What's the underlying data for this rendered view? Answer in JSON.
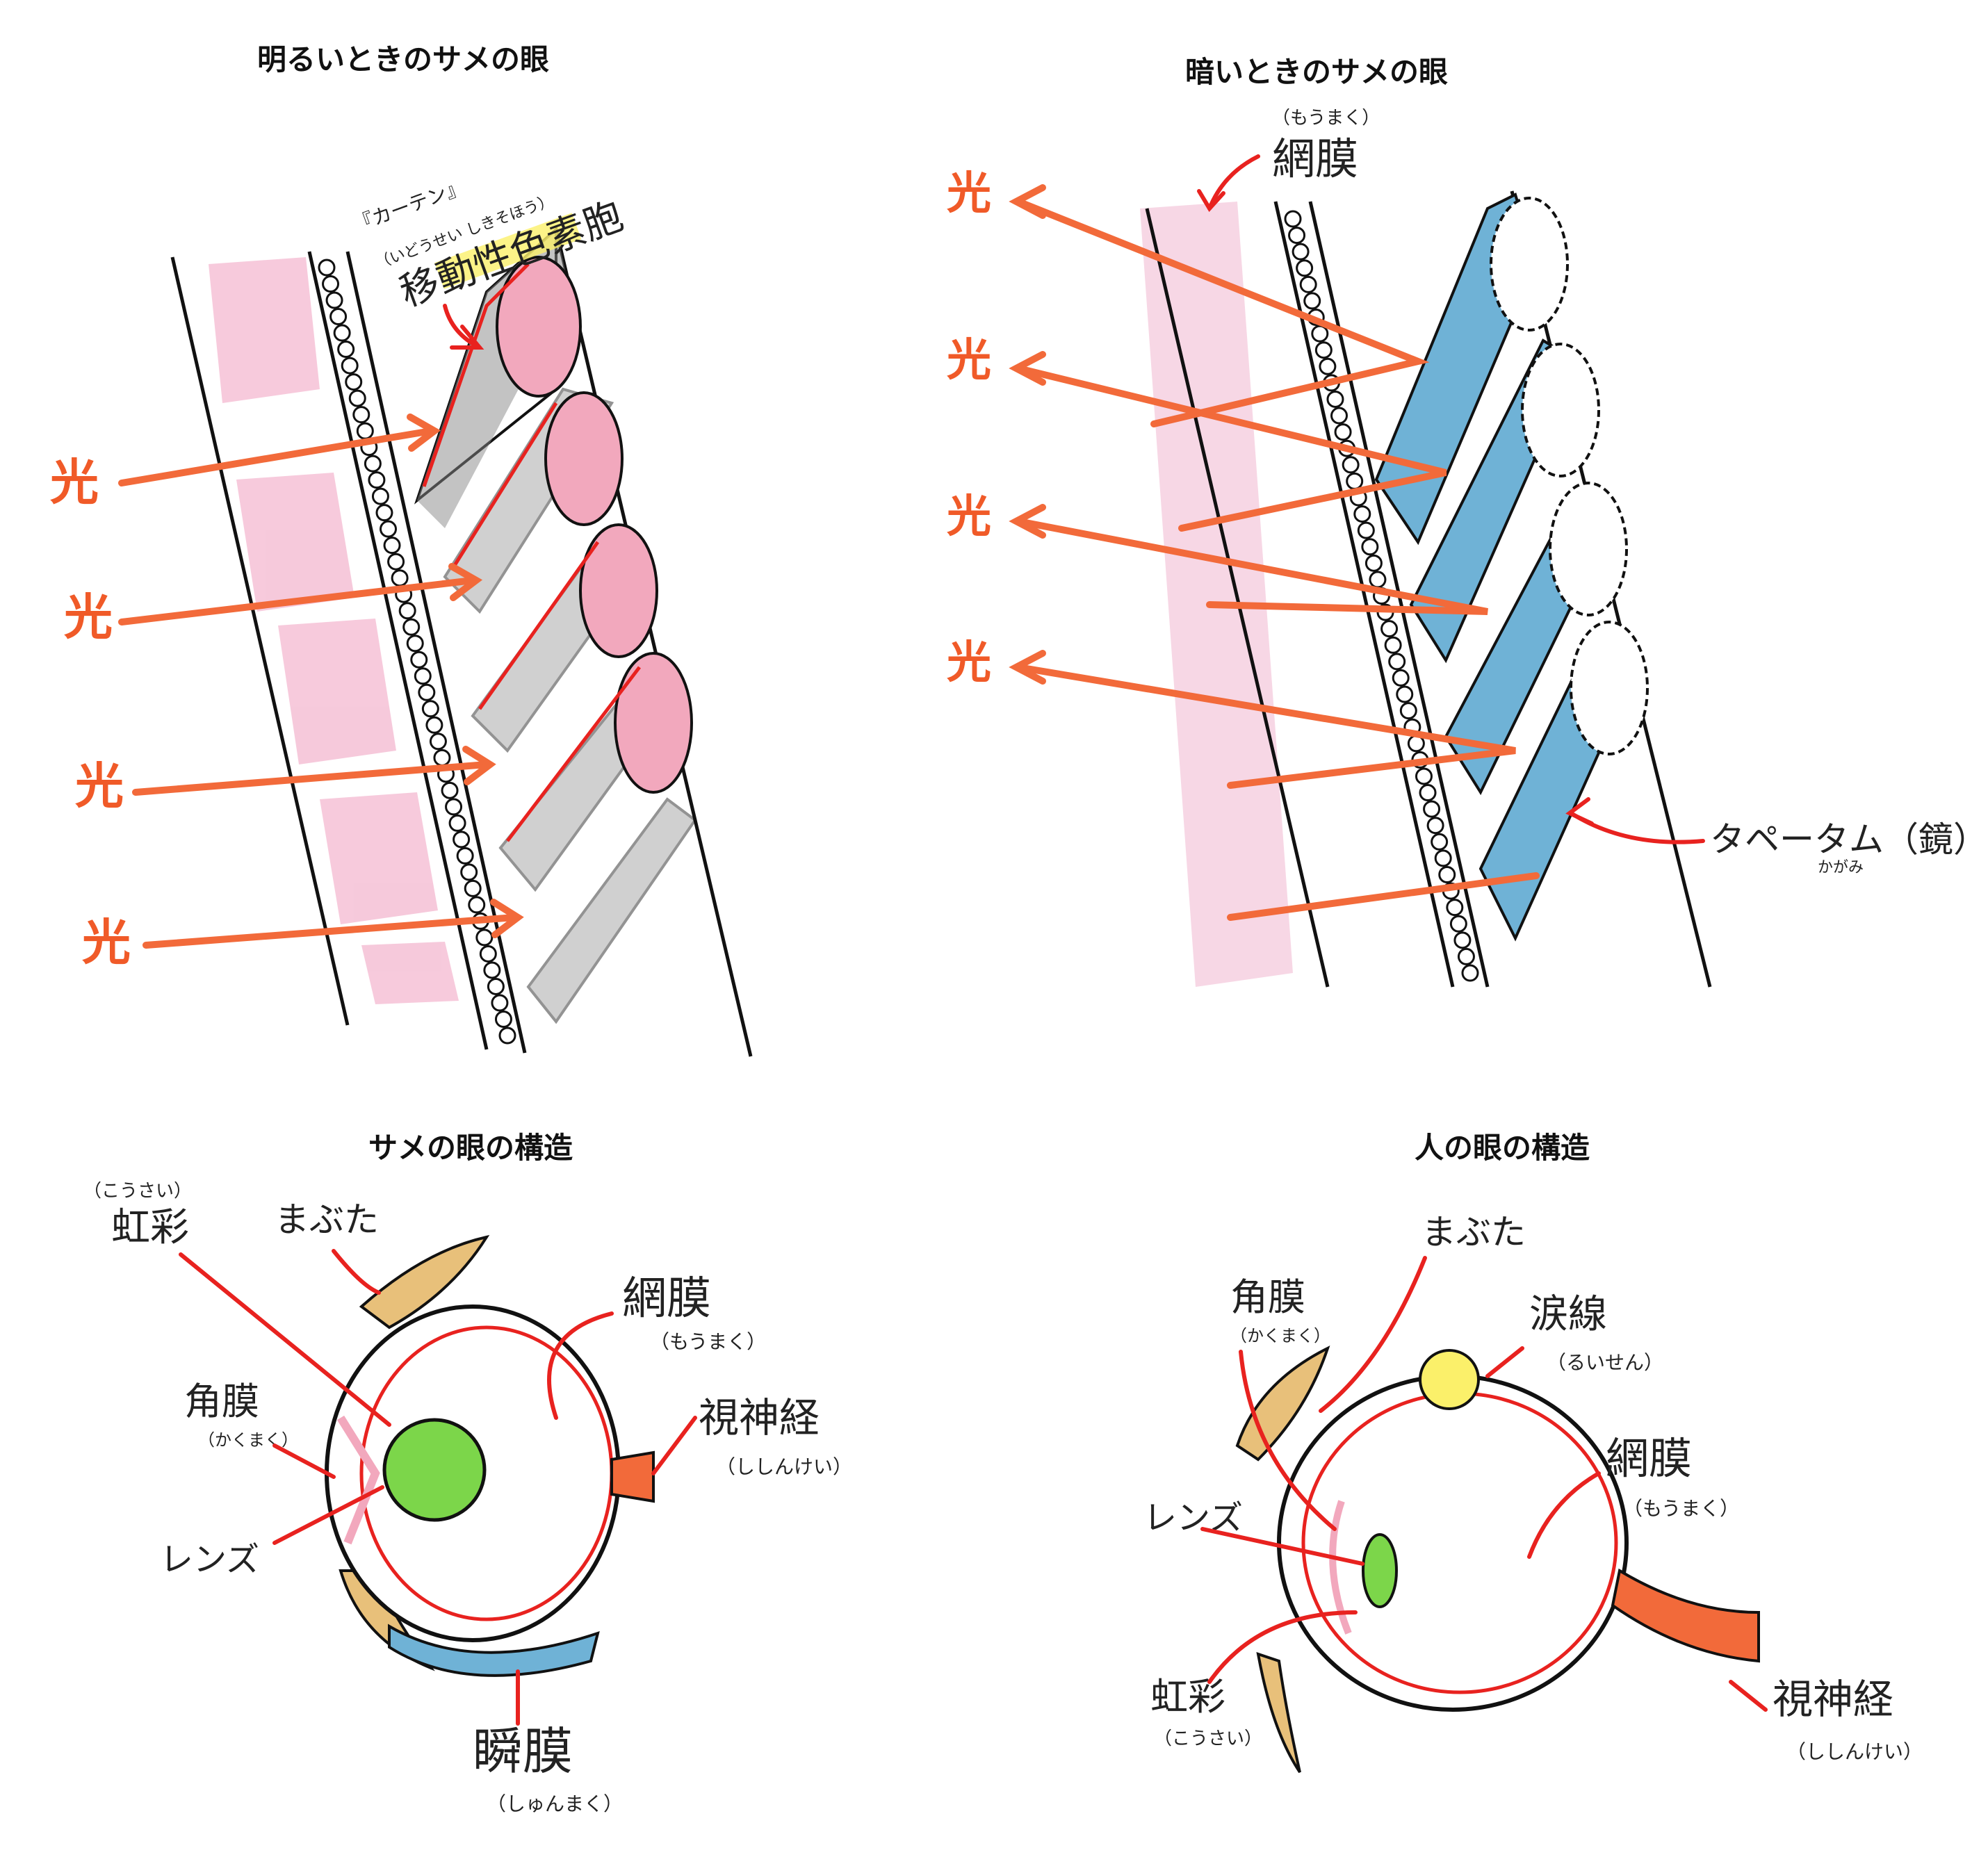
{
  "panels": {
    "bright": {
      "title": "明るいときのサメの眼",
      "light_label": "光",
      "curtain_label": "『カーテン』",
      "pigment_furigana": "（いどうせい しきそほう）",
      "pigment_label": "移動性色素胞"
    },
    "dark": {
      "title": "暗いときのサメの眼",
      "light_label": "光",
      "retina_furigana": "（もうまく）",
      "retina_label": "網膜",
      "tapetum_label": "タペータム（鏡）",
      "tapetum_furigana": "かがみ"
    },
    "shark": {
      "title": "サメの眼の構造",
      "iris_furigana": "（こうさい）",
      "iris_label": "虹彩",
      "eyelid_label": "まぶた",
      "retina_label": "網膜",
      "retina_furigana": "（もうまく）",
      "cornea_label": "角膜",
      "cornea_furigana": "（かくまく）",
      "optic_nerve_label": "視神経",
      "optic_nerve_furigana": "（ししんけい）",
      "lens_label": "レンズ",
      "nictitating_label": "瞬膜",
      "nictitating_furigana": "（しゅんまく）"
    },
    "human": {
      "title": "人の眼の構造",
      "eyelid_label": "まぶた",
      "cornea_label": "角膜",
      "cornea_furigana": "（かくまく）",
      "lacrimal_label": "涙線",
      "lacrimal_furigana": "（るいせん）",
      "lens_label": "レンズ",
      "retina_label": "網膜",
      "retina_furigana": "（もうまく）",
      "iris_label": "虹彩",
      "iris_furigana": "（こうさい）",
      "optic_nerve_label": "視神経",
      "optic_nerve_furigana": "（ししんけい）"
    }
  },
  "colors": {
    "light_ray": "#f26a3a",
    "pointer": "#e8221f",
    "pigment_pink": "#f2a8bd",
    "tapetum_blue": "#6fb2d6",
    "lens_green": "#7cd64a",
    "eyelid_tan": "#e8c07a",
    "highlight_yellow": "#fbf06a"
  }
}
